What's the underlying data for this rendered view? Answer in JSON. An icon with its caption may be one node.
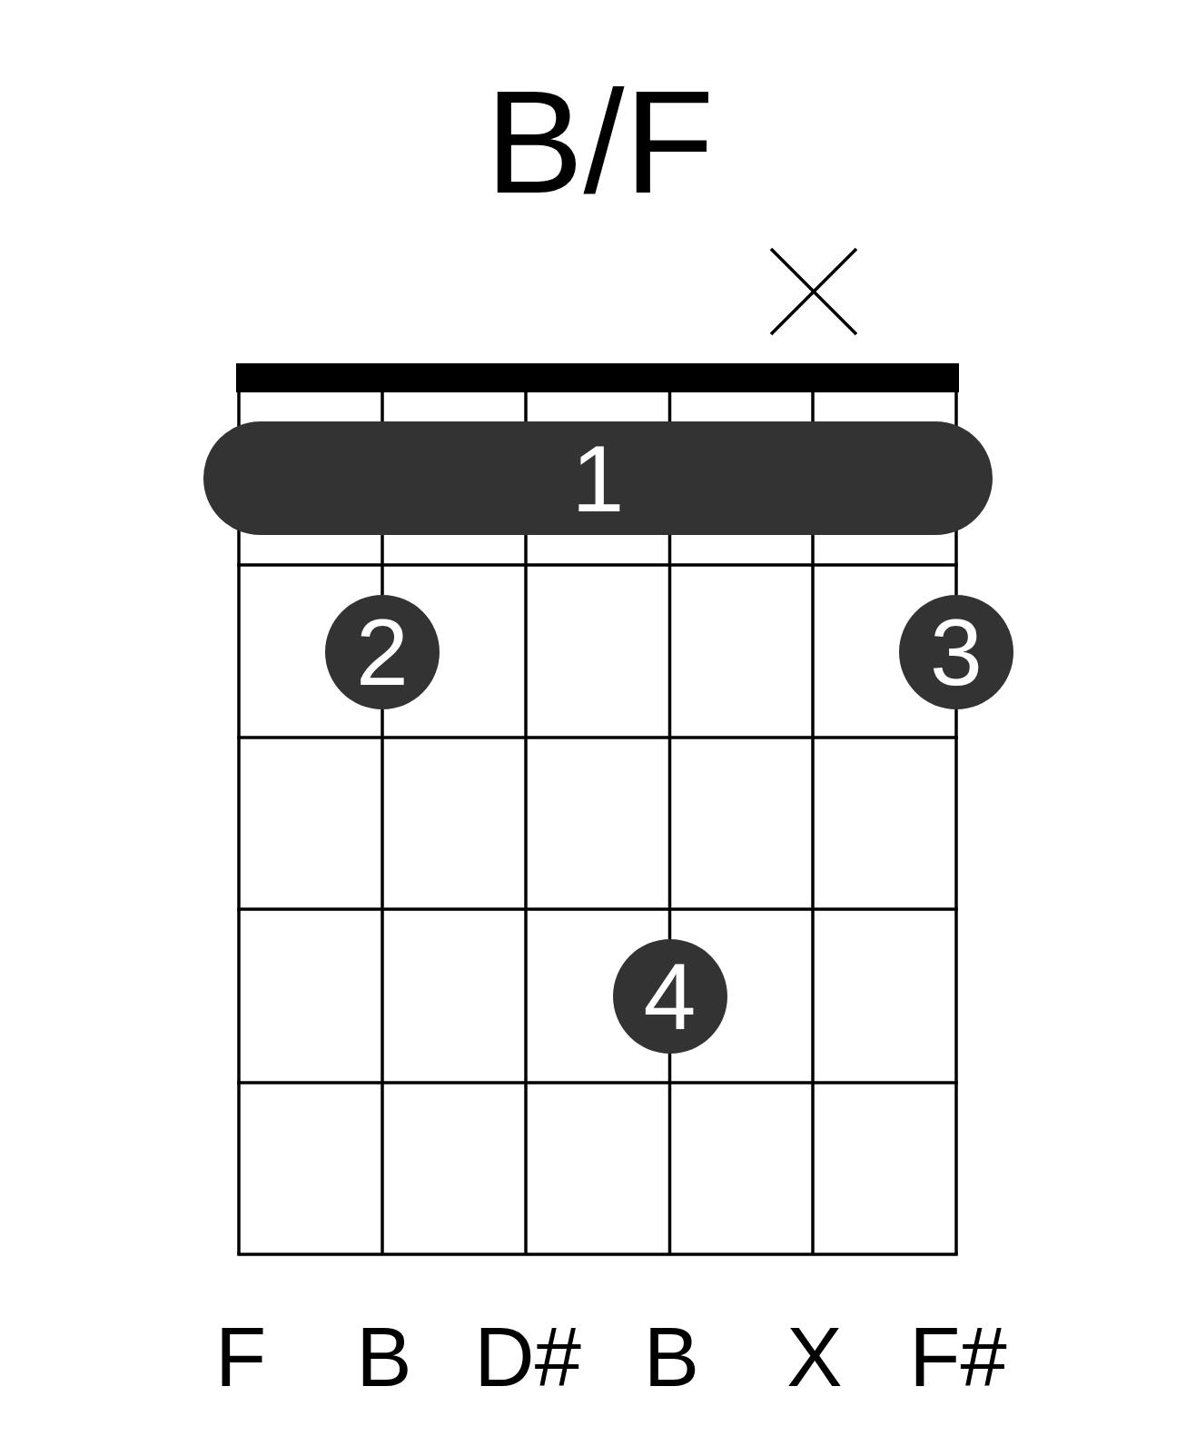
{
  "diagram": {
    "title": "B/F",
    "nodes": [
      {
        "text": [
          "1"
        ]
      },
      {
        "text": [
          "2"
        ]
      },
      {
        "text": [
          "3"
        ]
      },
      {
        "text": [
          "4"
        ]
      }
    ],
    "labels": [
      "F",
      "B",
      "D#",
      "B",
      "X",
      "F#"
    ]
  }
}
